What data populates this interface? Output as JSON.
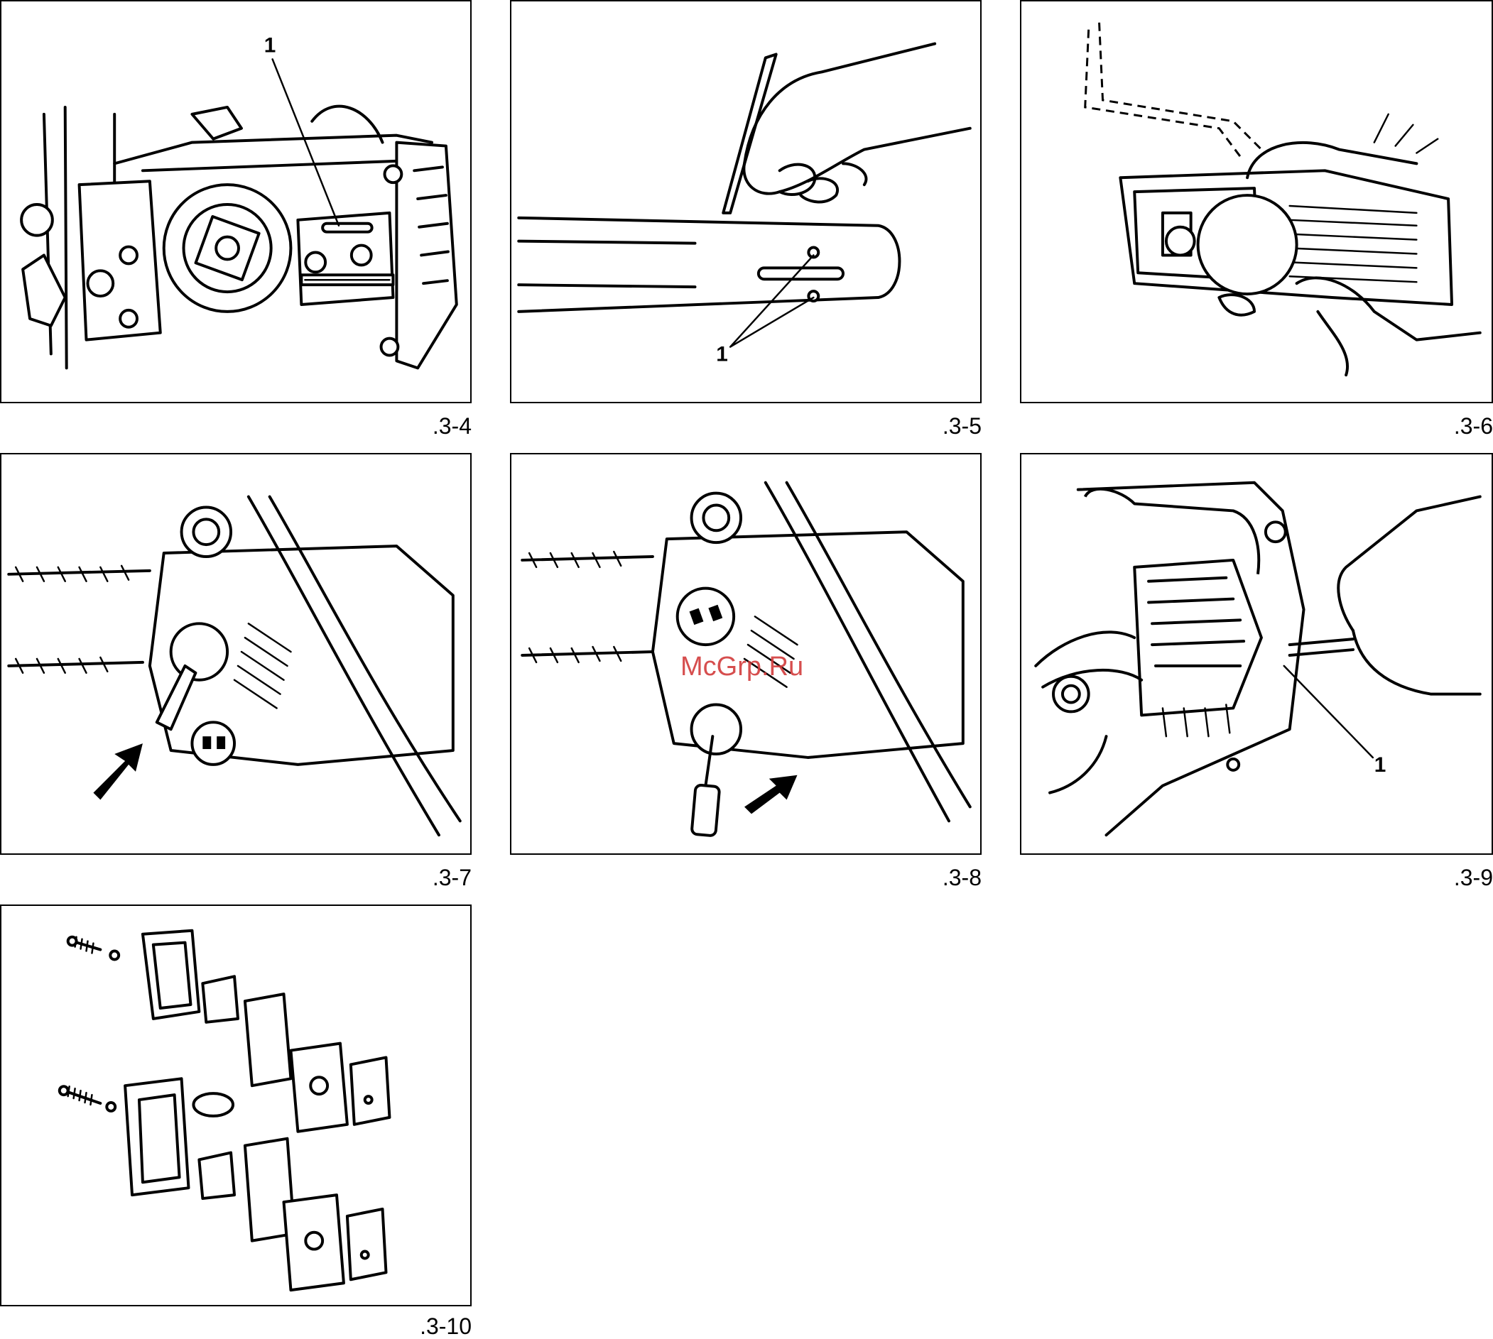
{
  "figures": [
    {
      "id": "fig-3-4",
      "caption": ".3-4",
      "callouts": [
        "1"
      ]
    },
    {
      "id": "fig-3-5",
      "caption": ".3-5",
      "callouts": [
        "1"
      ]
    },
    {
      "id": "fig-3-6",
      "caption": ".3-6",
      "callouts": []
    },
    {
      "id": "fig-3-7",
      "caption": ".3-7",
      "callouts": []
    },
    {
      "id": "fig-3-8",
      "caption": ".3-8",
      "callouts": []
    },
    {
      "id": "fig-3-9",
      "caption": ".3-9",
      "callouts": [
        "1"
      ]
    },
    {
      "id": "fig-3-10",
      "caption": ".3-10",
      "callouts": []
    }
  ],
  "watermark": "McGrp.Ru",
  "colors": {
    "line": "#000000",
    "watermark": "#d23b3b",
    "background": "#ffffff"
  }
}
